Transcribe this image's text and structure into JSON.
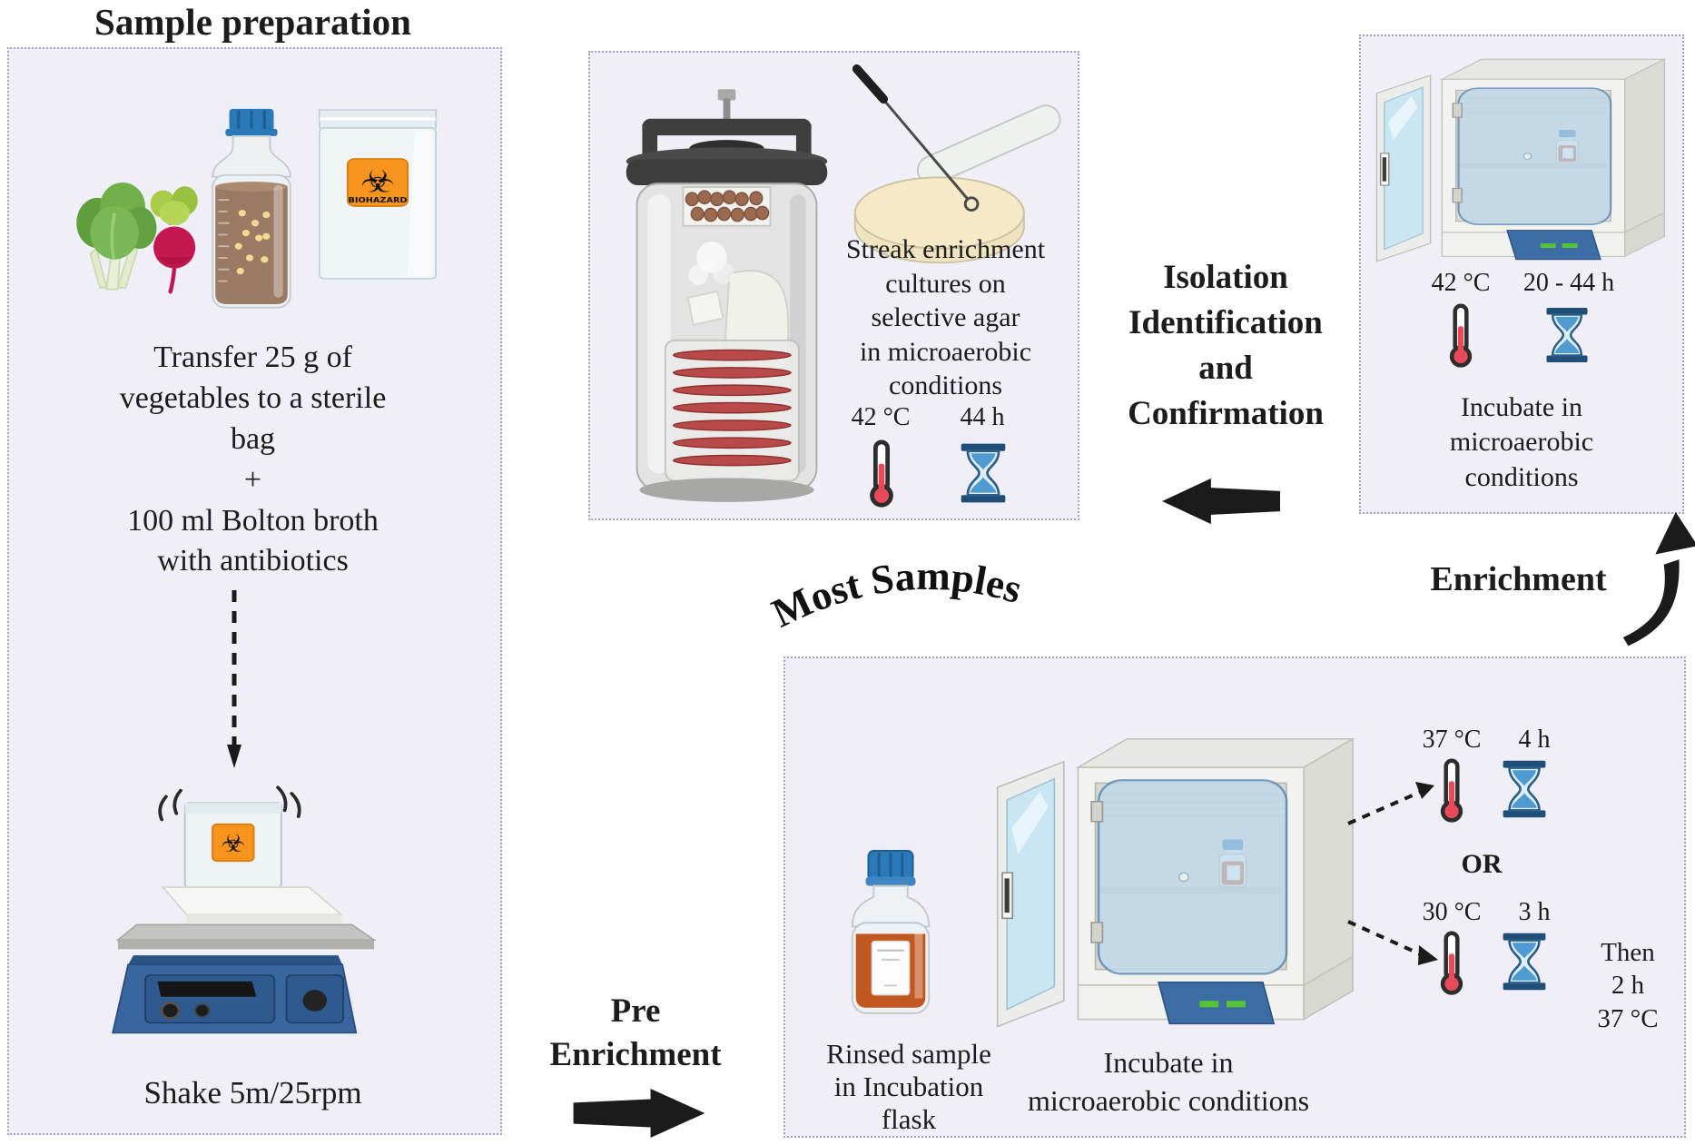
{
  "colors": {
    "background": "#ffffff",
    "panel_fill": "#f0eff8",
    "panel_border": "#a2a2cc",
    "text": "#1c1c1c",
    "arrow_black": "#1b1b1b",
    "biohazard_orange": "#f7941d",
    "thermometer_red": "#e84a5a",
    "hourglass_blue": "#4f9bd1",
    "incubator_panel_blue": "#3c6ea5",
    "broth_brown": "#9b7a63",
    "sample_orange": "#c65f2e"
  },
  "headings": {
    "sample_preparation": "Sample preparation",
    "isolation": "Isolation\nIdentification\nand\nConfirmation",
    "most_samples": "Most Samples",
    "enrichment": "Enrichment",
    "pre_enrichment": "Pre\nEnrichment"
  },
  "sample_prep_box": {
    "transfer_text": "Transfer 25 g of\nvegetables to a sterile\nbag\n+\n100 ml Bolton broth\nwith antibiotics",
    "shake_text": "Shake 5m/25rpm",
    "biohazard_glyph": "☣",
    "biohazard_label": "BIOHAZARD"
  },
  "streak_box": {
    "caption": "Streak  enrichment\ncultures on\nselective agar\nin microaerobic\nconditions",
    "temperature": "42 °C",
    "duration": "44 h"
  },
  "enrichment_box": {
    "temperature": "42 °C",
    "duration": "20 - 44 h",
    "caption": "Incubate in\nmicroaerobic\nconditions"
  },
  "pre_enrichment_box": {
    "flask_caption": "Rinsed sample\nin Incubation\nflask",
    "incubate_caption": "Incubate in\nmicroaerobic conditions",
    "option_a_temperature": "37 °C",
    "option_a_duration": "4 h",
    "or_label": "OR",
    "option_b_temperature": "30 °C",
    "option_b_duration": "3 h",
    "option_b_then": "Then\n2 h\n37 °C"
  }
}
